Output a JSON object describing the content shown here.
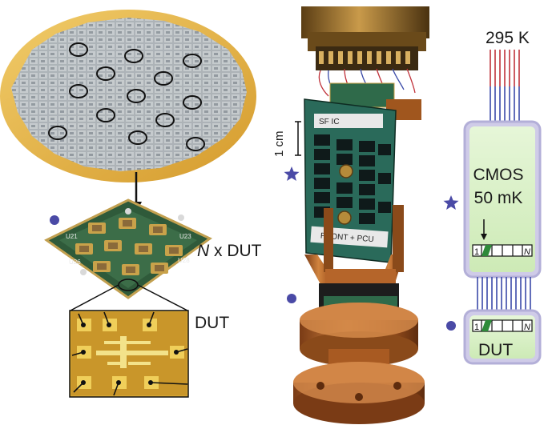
{
  "labels": {
    "n_var": "N",
    "n_dut_suffix": " x DUT",
    "dut": "DUT",
    "temp_top": "295 K",
    "scale": "1 cm",
    "cmos_line1": "CMOS",
    "cmos_line2": "50 mK",
    "dut_box": "DUT",
    "cell_one": "1",
    "cell_n": "N",
    "cell_one_b": "1",
    "cell_n_b": "N",
    "die_labels": [
      "U21",
      "U23",
      "U26",
      "U28"
    ],
    "pcb_text1": "FRONT + PCU",
    "pcb_text2": "SF  IC"
  },
  "colors": {
    "marker_blue": "#4a4aa6",
    "wire_red": "#c0323a",
    "wire_blue": "#3a4aa8",
    "cmos_fill": "#d8f0c8",
    "cmos_border": "#b8b4dc",
    "wafer_gold": "#e8b64a",
    "pcb_green": "#2f5a3a",
    "copper": "#b5652a"
  },
  "icons": [
    "star-marker",
    "dot-marker",
    "down-arrow"
  ]
}
